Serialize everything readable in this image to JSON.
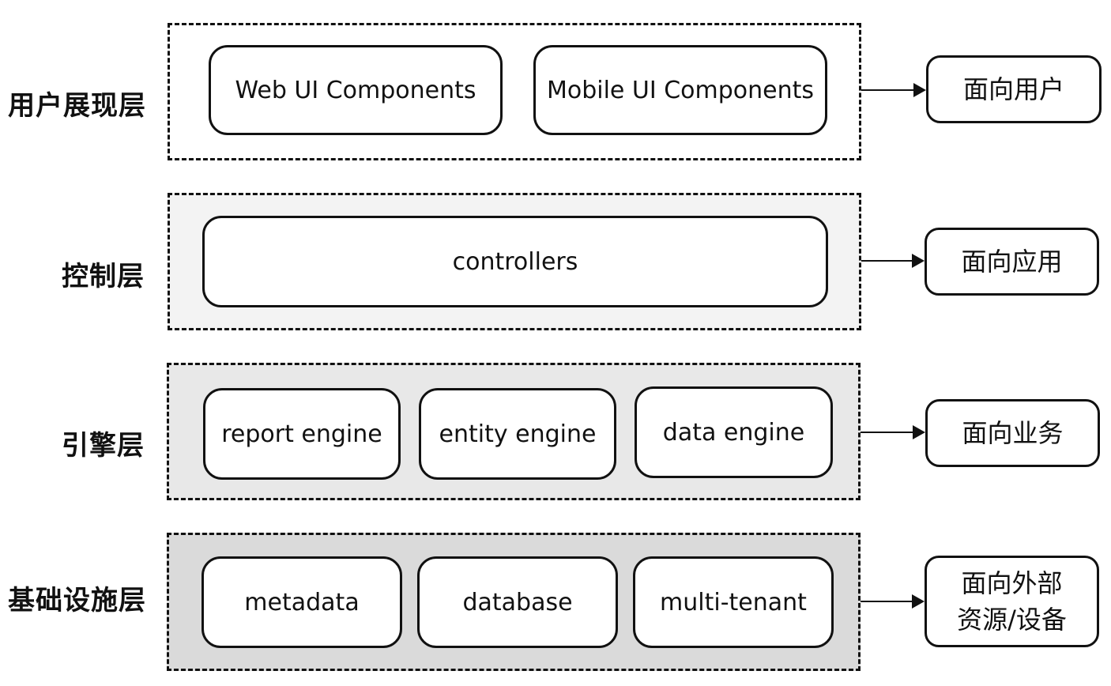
{
  "layers": [
    {
      "label": "用户展现层",
      "fill": "#ffffff",
      "components": [
        "Web UI Components",
        "Mobile UI Components"
      ],
      "target": [
        "面向用户"
      ]
    },
    {
      "label": "控制层",
      "fill": "#f3f3f3",
      "components": [
        "controllers"
      ],
      "target": [
        "面向应用"
      ]
    },
    {
      "label": "引擎层",
      "fill": "#e8e8e8",
      "components": [
        "report engine",
        "entity engine",
        "data engine"
      ],
      "target": [
        "面向业务"
      ]
    },
    {
      "label": "基础设施层",
      "fill": "#dadada",
      "components": [
        "metadata",
        "database",
        "multi-tenant"
      ],
      "target": [
        "面向外部",
        "资源/设备"
      ]
    }
  ]
}
